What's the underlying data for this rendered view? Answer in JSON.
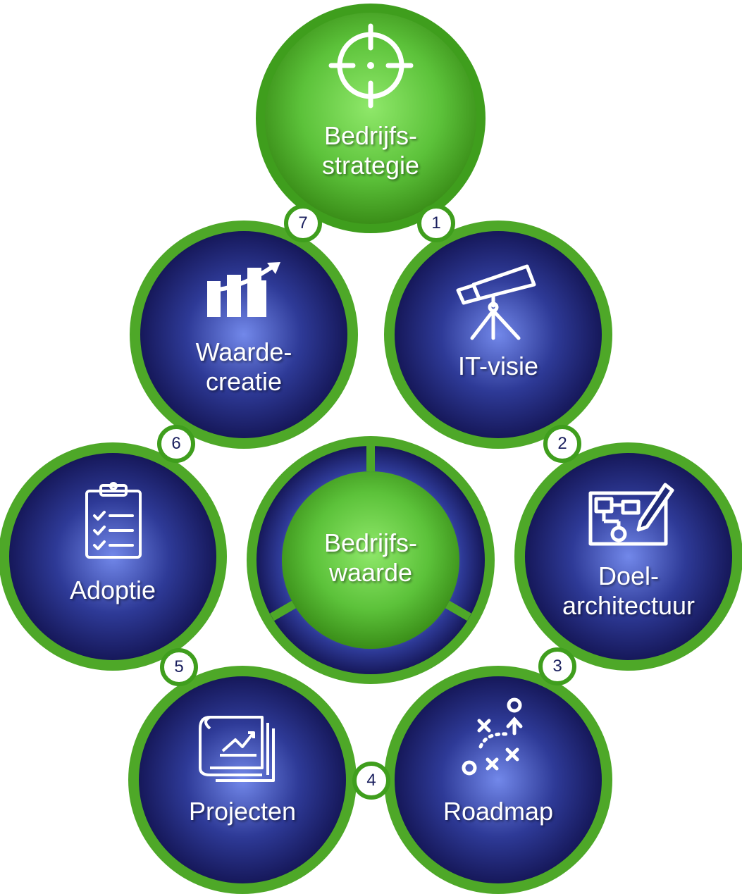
{
  "colors": {
    "green_ring": "#3f9e1d",
    "green_center": "#8fe86a",
    "green_edge": "#3a8e18",
    "blue_center": "#6e86e6",
    "blue_edge": "#16185a",
    "badge_text": "#1a1f5e"
  },
  "top": {
    "icon": "target-icon",
    "line1": "Bedrijfs-",
    "line2": "strategie"
  },
  "center": {
    "line1": "Bedrijfs-",
    "line2": "waarde"
  },
  "nodes": [
    {
      "id": "it-visie",
      "icon": "telescope-icon",
      "line1": "IT-visie",
      "line2": ""
    },
    {
      "id": "doelarchitectuur",
      "icon": "blueprint-pencil-icon",
      "line1": "Doel-",
      "line2": "architectuur"
    },
    {
      "id": "roadmap",
      "icon": "strategy-play-icon",
      "line1": "Roadmap",
      "line2": ""
    },
    {
      "id": "projecten",
      "icon": "project-chart-icon",
      "line1": "Projecten",
      "line2": ""
    },
    {
      "id": "adoptie",
      "icon": "checklist-clipboard-icon",
      "line1": "Adoptie",
      "line2": ""
    },
    {
      "id": "waardecreatie",
      "icon": "growth-chart-icon",
      "line1": "Waarde-",
      "line2": "creatie"
    }
  ],
  "badges": [
    "1",
    "2",
    "3",
    "4",
    "5",
    "6",
    "7"
  ]
}
